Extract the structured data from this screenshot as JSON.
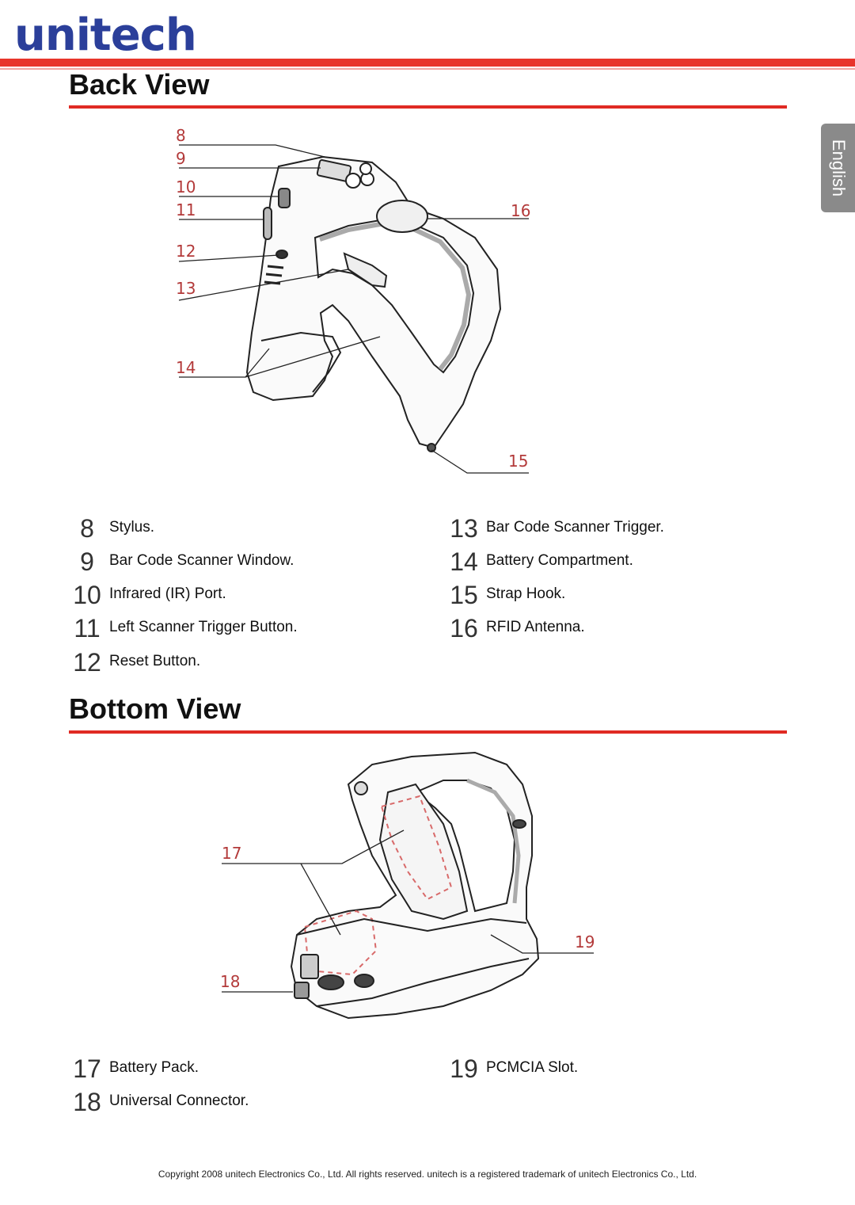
{
  "header": {
    "logo": "unitech",
    "language_tab": "English"
  },
  "back_view": {
    "title": "Back View",
    "callouts": [
      "8",
      "9",
      "10",
      "11",
      "12",
      "13",
      "14",
      "15",
      "16"
    ],
    "legend_left": [
      {
        "num": "8",
        "label": "Stylus."
      },
      {
        "num": "9",
        "label": "Bar Code Scanner Window."
      },
      {
        "num": "10",
        "label": "Infrared (IR) Port."
      },
      {
        "num": "11",
        "label": "Left Scanner Trigger Button."
      },
      {
        "num": "12",
        "label": "Reset Button."
      }
    ],
    "legend_right": [
      {
        "num": "13",
        "label": "Bar Code Scanner Trigger."
      },
      {
        "num": "14",
        "label": "Battery Compartment."
      },
      {
        "num": "15",
        "label": "Strap Hook."
      },
      {
        "num": "16",
        "label": "RFID Antenna."
      }
    ]
  },
  "bottom_view": {
    "title": "Bottom View",
    "callouts": [
      "17",
      "18",
      "19"
    ],
    "legend_left": [
      {
        "num": "17",
        "label": "Battery Pack."
      },
      {
        "num": "18",
        "label": "Universal Connector."
      }
    ],
    "legend_right": [
      {
        "num": "19",
        "label": "PCMCIA Slot."
      }
    ]
  },
  "footer": {
    "copyright": "Copyright 2008 unitech Electronics Co., Ltd. All rights reserved. unitech is a registered trademark of unitech Electronics Co., Ltd."
  }
}
